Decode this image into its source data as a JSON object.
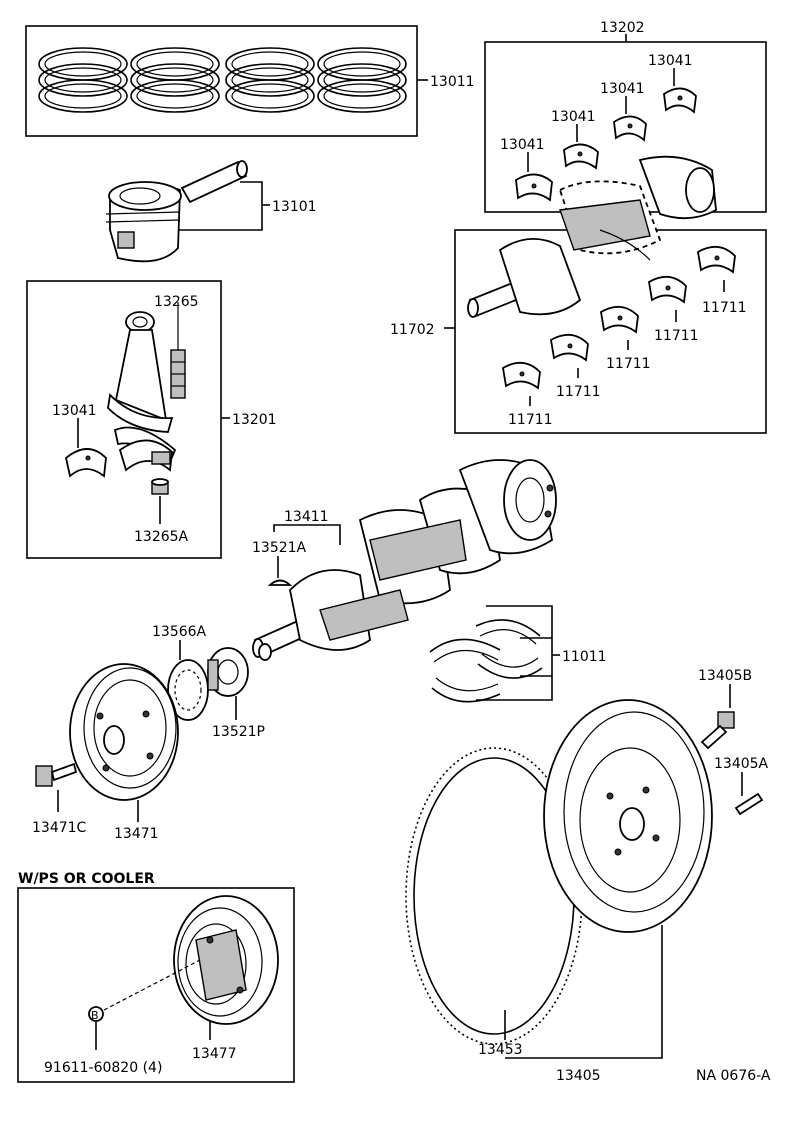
{
  "labels": {
    "p13011": "13011",
    "p13202": "13202",
    "p13041_a": "13041",
    "p13041_b": "13041",
    "p13041_c": "13041",
    "p13041_d": "13041",
    "p13101": "13101",
    "p13265": "13265",
    "p13041_rod": "13041",
    "p13201": "13201",
    "p13265A": "13265A",
    "p11702": "11702",
    "p11711_a": "11711",
    "p11711_b": "11711",
    "p11711_c": "11711",
    "p11711_d": "11711",
    "p11711_e": "11711",
    "p13411": "13411",
    "p13521A": "13521A",
    "p11011": "11011",
    "p13566A": "13566A",
    "p13521P": "13521P",
    "p13405B": "13405B",
    "p13405A": "13405A",
    "p13471C": "13471C",
    "p13471": "13471",
    "p13453": "13453",
    "p13405": "13405",
    "p13477": "13477",
    "p91611": "91611-60820 (4)",
    "bolt_mark": "B"
  },
  "section_title": "W/PS OR COOLER",
  "figure_code": "NA 0676-A"
}
